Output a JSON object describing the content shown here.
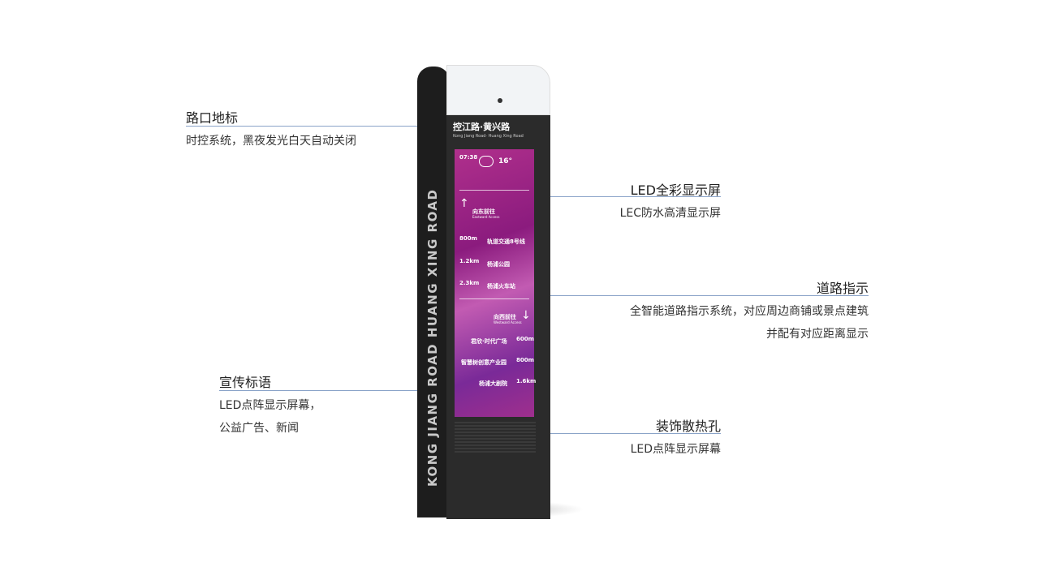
{
  "annotations": {
    "landmark": {
      "title": "路口地标",
      "desc": "时控系统，黑夜发光白天自动关闭"
    },
    "led_screen": {
      "title": "LED全彩显示屏",
      "desc": "LEC防水高清显示屏"
    },
    "road_guide": {
      "title": "道路指示",
      "desc1": "全智能道路指示系统，对应周边商铺或景点建筑",
      "desc2": "并配有对应距离显示"
    },
    "slogan": {
      "title": "宣传标语",
      "desc1": "LED点阵显示屏幕，",
      "desc2": "公益广告、新闻"
    },
    "vent": {
      "title": "装饰散热孔",
      "desc": "LED点阵显示屏幕"
    }
  },
  "kiosk": {
    "vertical_text": "KONG JIANG ROAD  HUANG XING ROAD",
    "header_cn": "控江路·黄兴路",
    "header_en": "Kong Jiang Road· Huang Xing Road",
    "screen": {
      "time": "07:38",
      "temp": "16°",
      "east_label": "向东前往",
      "east_en": "Eastward Access",
      "items_east": [
        {
          "dist": "800m",
          "name": "轨道交通8号线"
        },
        {
          "dist": "1.2km",
          "name": "杨浦公园"
        },
        {
          "dist": "2.3km",
          "name": "杨浦火车站"
        }
      ],
      "west_label": "向西前往",
      "west_en": "Westward Access",
      "items_west": [
        {
          "dist": "600m",
          "name": "君欣·时代广场"
        },
        {
          "dist": "800m",
          "name": "智慧树创意产业园"
        },
        {
          "dist": "1.6km",
          "name": "杨浦大剧院"
        }
      ]
    }
  },
  "colors": {
    "line": "#8aa3c8",
    "screen_accent": "#b0308c",
    "kiosk_body": "#2b2b2b"
  }
}
